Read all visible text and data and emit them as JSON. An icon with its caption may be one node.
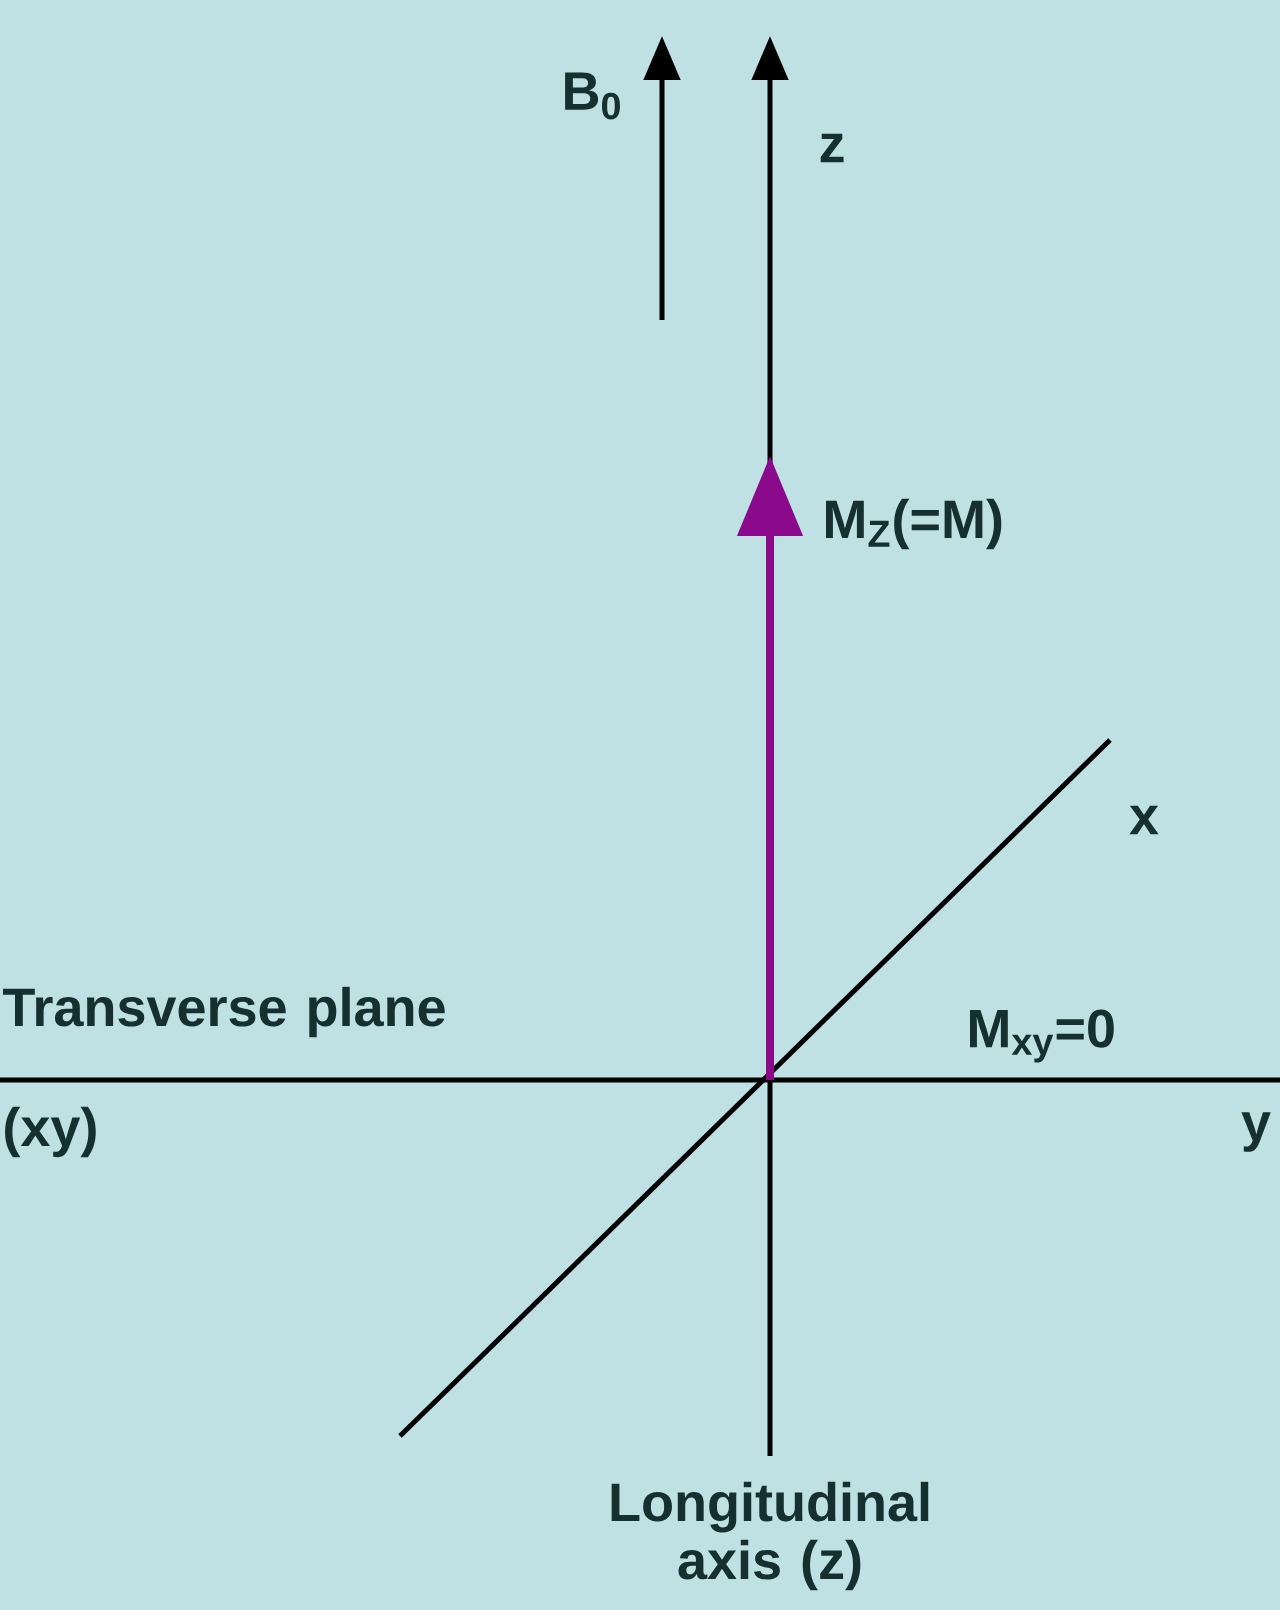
{
  "diagram": {
    "labels": [
      "B$_{0}$",
      "z",
      "M$_{Z}$(=M)",
      "x",
      "M$_{xy}$=0",
      "Transverse plane (xy)",
      "y",
      "Longitudinal axis (z)"
    ]
  }
}
